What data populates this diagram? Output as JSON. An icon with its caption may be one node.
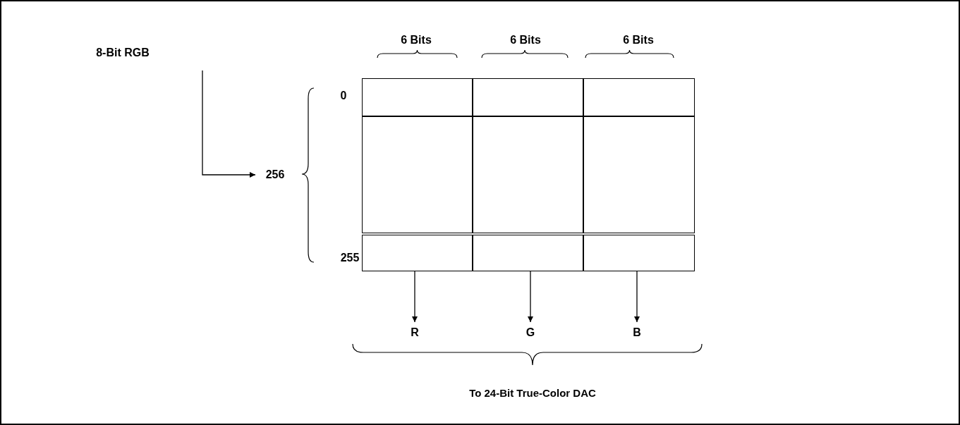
{
  "diagram": {
    "nodes": [
      {
        "text": [
          "8-Bit RGB"
        ]
      },
      {
        "text": [
          "256"
        ]
      },
      {
        "text": [],
        "shape": "box"
      },
      {
        "text": [],
        "shape": "box"
      },
      {
        "text": [],
        "shape": "box"
      },
      {
        "text": [],
        "shape": "box"
      },
      {
        "text": [],
        "shape": "box"
      },
      {
        "text": [],
        "shape": "box"
      },
      {
        "text": [],
        "shape": "box"
      },
      {
        "text": [],
        "shape": "box"
      },
      {
        "text": [],
        "shape": "box"
      },
      {
        "text": [
          "R"
        ]
      },
      {
        "text": [
          "G"
        ]
      },
      {
        "text": [
          "B"
        ]
      }
    ],
    "edges": [
      {
        "from": 0,
        "to": 1,
        "arrow": "to"
      },
      {
        "from": 8,
        "to": 11,
        "arrow": "to"
      },
      {
        "from": 9,
        "to": 12,
        "arrow": "to"
      },
      {
        "from": 10,
        "to": 13,
        "arrow": "to"
      }
    ],
    "labels": [
      "6 Bits",
      "6 Bits",
      "6 Bits",
      "0",
      "255",
      "To 24-Bit True-Color DAC"
    ]
  }
}
